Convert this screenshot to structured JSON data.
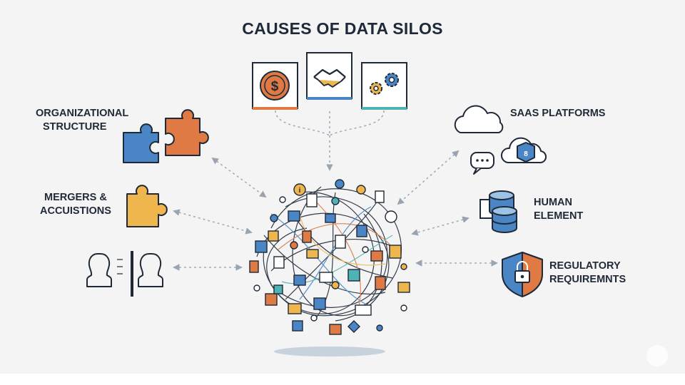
{
  "title": "CAUSES OF DATA SILOS",
  "labels": {
    "org_line1": "ORGANIZATIONAL",
    "org_line2": "STRUCTURE",
    "mergers_line1": "MERGERS &",
    "mergers_line2": "ACCUISTIONS",
    "saas": "SAAS PLATFORMS",
    "human_line1": "HUMAN",
    "human_line2": "ELEMENT",
    "reg_line1": "REGULATORY",
    "reg_line2": "REQUIREMNTS"
  },
  "icons": {
    "top": [
      "dollar-coin-icon",
      "handshake-icon",
      "gears-icon"
    ],
    "left": [
      "puzzle-pieces-icon",
      "puzzle-piece-icon",
      "divided-people-icon"
    ],
    "right": [
      "cloud-chat-icon",
      "databases-icon",
      "security-shield-icon"
    ],
    "center": "tangled-data-ball"
  },
  "colors": {
    "navy": "#1f2937",
    "orange": "#e07a45",
    "blue": "#4a86c5",
    "teal": "#4fb3b5",
    "yellow": "#f0b64e",
    "arrow": "#9aa4b0"
  }
}
